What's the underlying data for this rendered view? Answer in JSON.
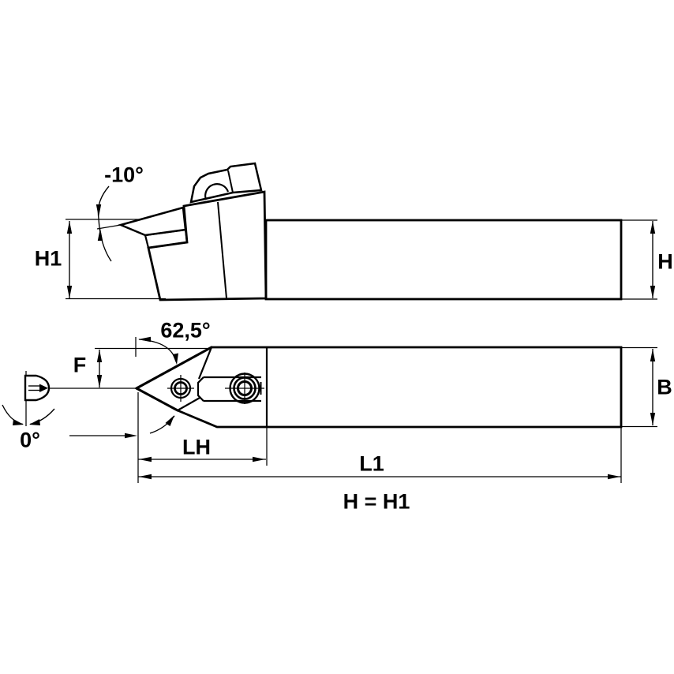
{
  "drawing": {
    "description": "tool holder engineering drawing, two orthographic views",
    "colors": {
      "background": "#ffffff",
      "outline": "#000000",
      "metal_fill": "#d7d7d7"
    },
    "side_view": {
      "rake_angle_label": "-10°",
      "height_label_left": "H1",
      "height_label_right": "H"
    },
    "top_view": {
      "lead_angle_label": "62,5°",
      "inclination_angle_label": "0°",
      "nose_offset_label": "F",
      "shank_width_label": "B",
      "head_length_label": "LH",
      "overall_length_label": "L1"
    },
    "note": {
      "equality_label": "H = H1"
    }
  }
}
